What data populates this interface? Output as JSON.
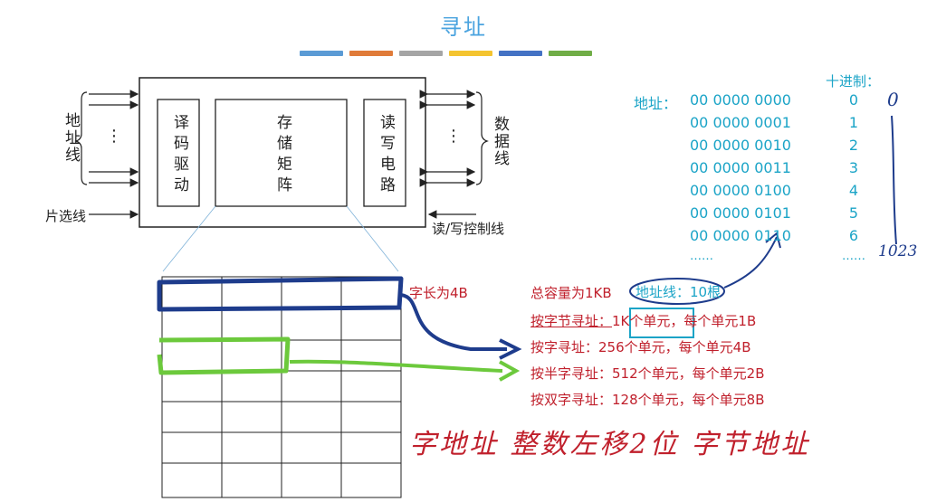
{
  "title": "寻址",
  "accent_bars": [
    "#5b9bd5",
    "#e07b39",
    "#a5a5a5",
    "#f4c430",
    "#4472c4",
    "#70ad47"
  ],
  "diagram": {
    "blocks": [
      "译码驱动",
      "存储矩阵",
      "读写电路"
    ],
    "left_label": "地址线",
    "right_label": "数据线",
    "chip_select": "片选线",
    "rw_control": "读/写控制线",
    "dots": "⋮"
  },
  "address_table": {
    "header_prefix": "地址：",
    "decimal_header": "十进制：",
    "binary": [
      "00 0000 0000",
      "00 0000 0001",
      "00 0000 0010",
      "00 0000 0011",
      "00 0000 0100",
      "00 0000 0101",
      "00 0000 0110",
      "……"
    ],
    "decimal": [
      "0",
      "1",
      "2",
      "3",
      "4",
      "5",
      "6",
      "……"
    ]
  },
  "word_length": "字长为4B",
  "capacity": {
    "total": "总容量为1KB",
    "address_lines": "地址线：10根"
  },
  "modes": [
    {
      "label": "按字节寻址：",
      "value": "1K个单元，每个单元1B"
    },
    {
      "label": "按字寻址：",
      "value": "256个单元，每个单元4B"
    },
    {
      "label": "按半字寻址：",
      "value": "512个单元，每个单元2B"
    },
    {
      "label": "按双字寻址：",
      "value": "128个单元，每个单元8B"
    }
  ],
  "handwriting": {
    "top_right": "0",
    "bottom_right": "1023",
    "note": "字地址 整数左移2位 字节地址"
  }
}
